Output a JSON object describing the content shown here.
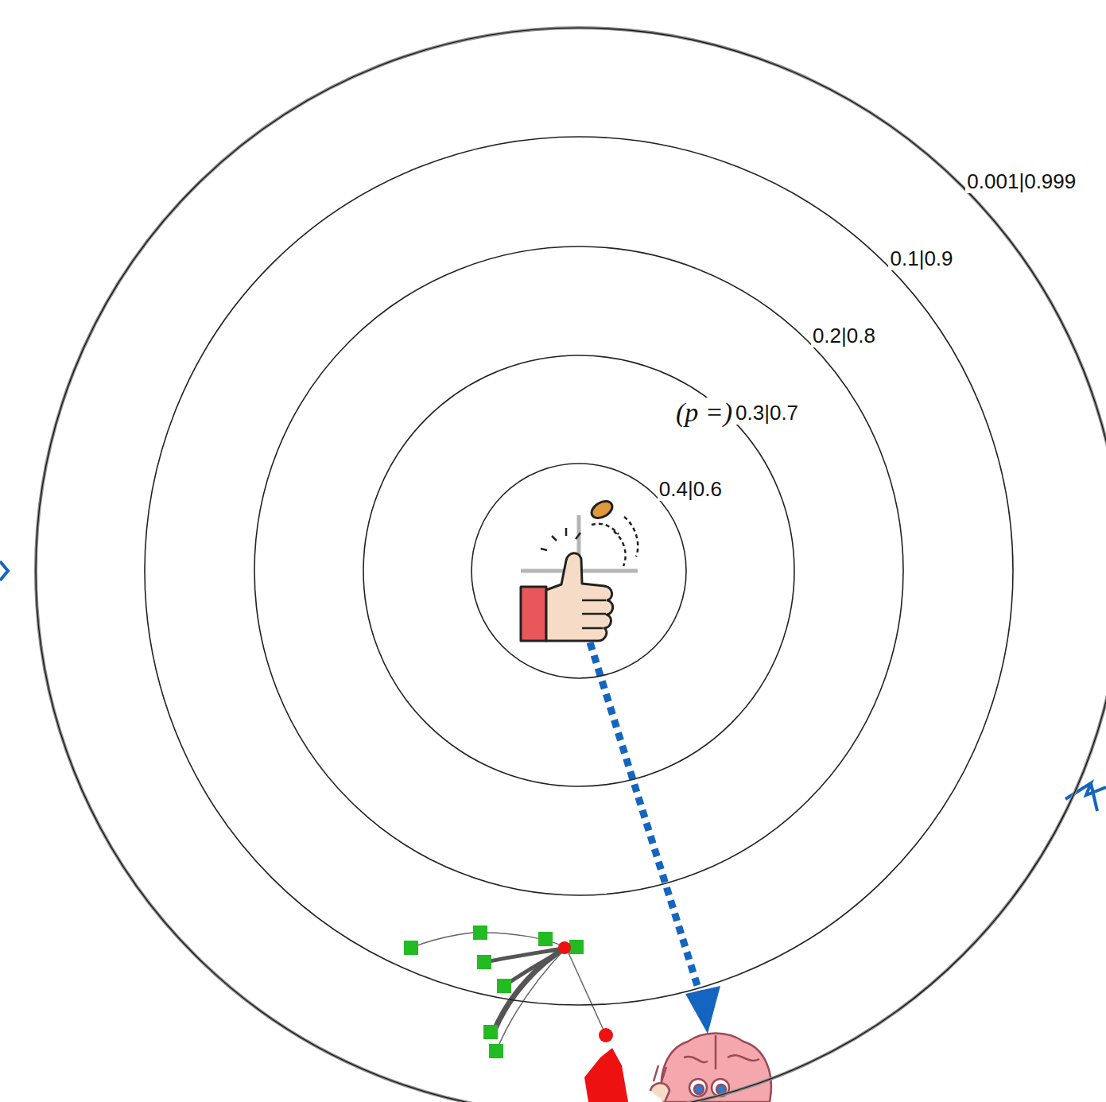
{
  "diagram": {
    "nodes": [
      {
        "text": [
          "0.001|0.999"
        ]
      },
      {
        "text": [
          "0.1|0.9"
        ],
        "in": 0
      },
      {
        "text": [
          "0.2|0.8"
        ],
        "in": 1
      },
      {
        "text": [
          "(p =)",
          "0.3|0.7"
        ],
        "in": 2
      },
      {
        "text": [
          "0.4|0.6"
        ],
        "in": 3
      }
    ]
  }
}
